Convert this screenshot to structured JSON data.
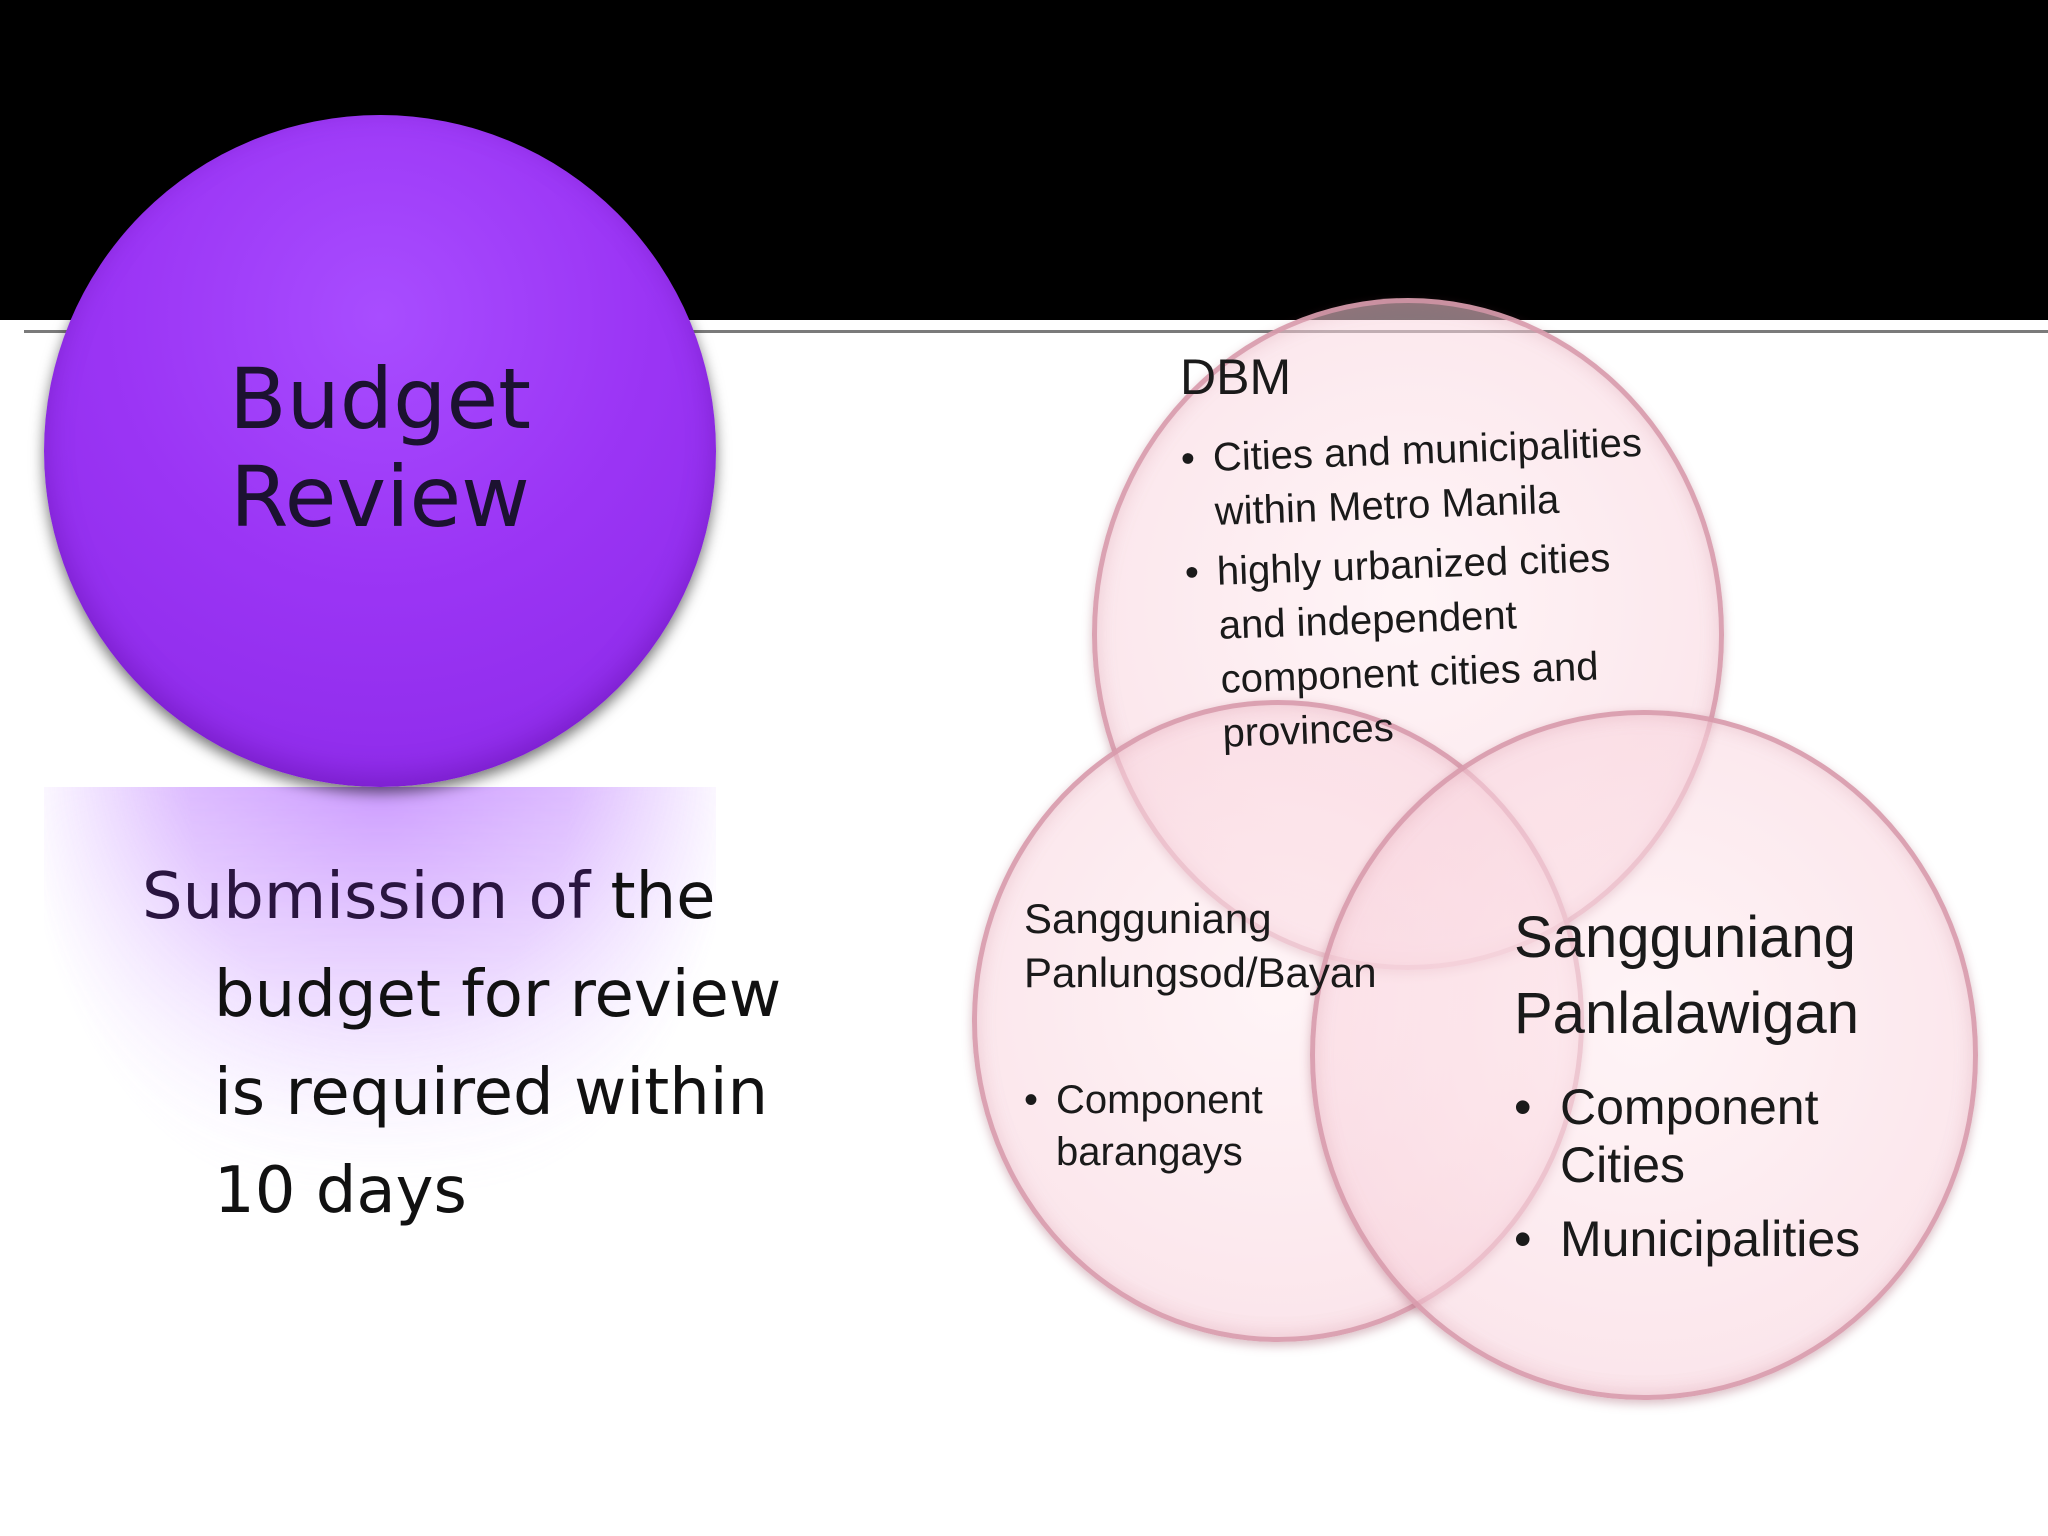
{
  "main_topic": {
    "title": "Budget\nReview"
  },
  "description": {
    "line1a": "Submission of ",
    "line1b": "the",
    "line2": "budget for review",
    "line3": "is required within",
    "line4": "10 days"
  },
  "venn": {
    "dbm": {
      "title": "DBM",
      "items": [
        "Cities and municipalities within Metro Manila",
        "highly urbanized cities and independent component cities and provinces"
      ]
    },
    "sangguniang_panlungsod": {
      "title": "Sangguniang\nPanlungsod/Bayan",
      "items": [
        "Component barangays"
      ]
    },
    "sangguniang_panlalawigan": {
      "title": "Sangguniang\nPanlalawigan",
      "items": [
        "Component Cities",
        "Municipalities"
      ]
    }
  },
  "colors": {
    "header_band": "#000000",
    "main_circle": "#9b35f5",
    "venn_fill": "#f8d2dc",
    "venn_border": "#d696a8"
  }
}
